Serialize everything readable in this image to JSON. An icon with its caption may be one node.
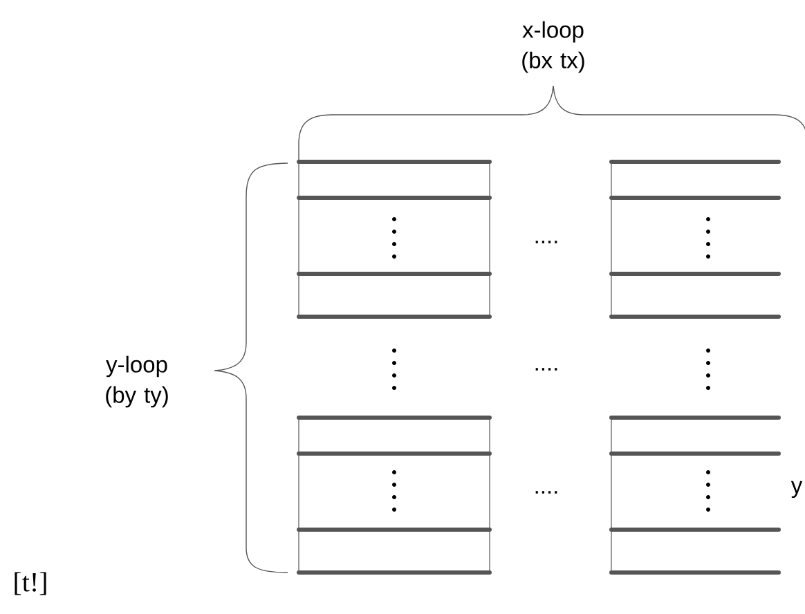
{
  "diagram": {
    "labels": [
      "x-loop (bx tx)",
      "y-loop (by ty)",
      "....",
      "....",
      "....",
      "y",
      "[t!]"
    ]
  }
}
